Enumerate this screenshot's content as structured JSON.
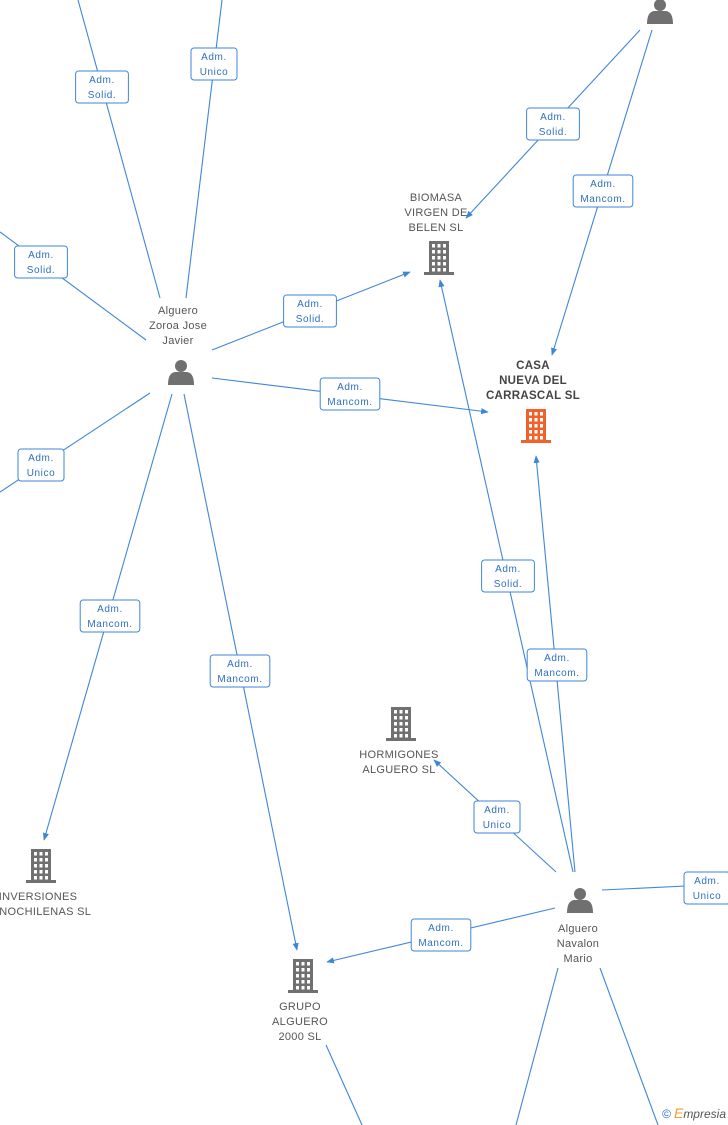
{
  "nodes": [
    {
      "id": "casa",
      "kind": "company",
      "main": true,
      "lines": [
        "CASA",
        "NUEVA DEL",
        "CARRASCAL SL"
      ]
    },
    {
      "id": "biomasa",
      "kind": "company",
      "lines": [
        "BIOMASA",
        "VIRGEN DE",
        "BELEN SL"
      ]
    },
    {
      "id": "hormigones",
      "kind": "company",
      "lines": [
        "HORMIGONES",
        "ALGUERO SL"
      ]
    },
    {
      "id": "inversiones",
      "kind": "company",
      "lines": [
        "INVERSIONES",
        "PANOCHILENAS SL"
      ]
    },
    {
      "id": "grupo",
      "kind": "company",
      "lines": [
        "GRUPO",
        "ALGUERO",
        "2000 SL"
      ]
    },
    {
      "id": "zoroa",
      "kind": "person",
      "lines": [
        "Alguero",
        "Zoroa Jose",
        "Javier"
      ]
    },
    {
      "id": "navalon",
      "kind": "person",
      "lines": [
        "Alguero",
        "Navalon",
        "Mario"
      ]
    },
    {
      "id": "topright",
      "kind": "person",
      "lines": []
    }
  ],
  "relations": [
    {
      "id": "r1",
      "lines": [
        "Adm.",
        "Solid."
      ]
    },
    {
      "id": "r2",
      "lines": [
        "Adm.",
        "Unico"
      ]
    },
    {
      "id": "r3",
      "lines": [
        "Adm.",
        "Solid."
      ]
    },
    {
      "id": "r4",
      "lines": [
        "Adm.",
        "Unico"
      ]
    },
    {
      "id": "r5",
      "lines": [
        "Adm.",
        "Solid."
      ]
    },
    {
      "id": "r6",
      "lines": [
        "Adm.",
        "Mancom."
      ]
    },
    {
      "id": "r7",
      "lines": [
        "Adm.",
        "Mancom."
      ]
    },
    {
      "id": "r8",
      "lines": [
        "Adm.",
        "Mancom."
      ]
    },
    {
      "id": "r9",
      "lines": [
        "Adm.",
        "Solid."
      ]
    },
    {
      "id": "r10",
      "lines": [
        "Adm.",
        "Mancom."
      ]
    },
    {
      "id": "r11",
      "lines": [
        "Adm.",
        "Solid."
      ]
    },
    {
      "id": "r12",
      "lines": [
        "Adm.",
        "Mancom."
      ]
    },
    {
      "id": "r13",
      "lines": [
        "Adm.",
        "Unico"
      ]
    },
    {
      "id": "r14",
      "lines": [
        "Adm.",
        "Mancom."
      ]
    },
    {
      "id": "r15",
      "lines": [
        "Adm.",
        "Unico"
      ]
    }
  ],
  "footer": {
    "copyright": "©",
    "brand_initial": "E",
    "brand_rest": "mpresia"
  }
}
